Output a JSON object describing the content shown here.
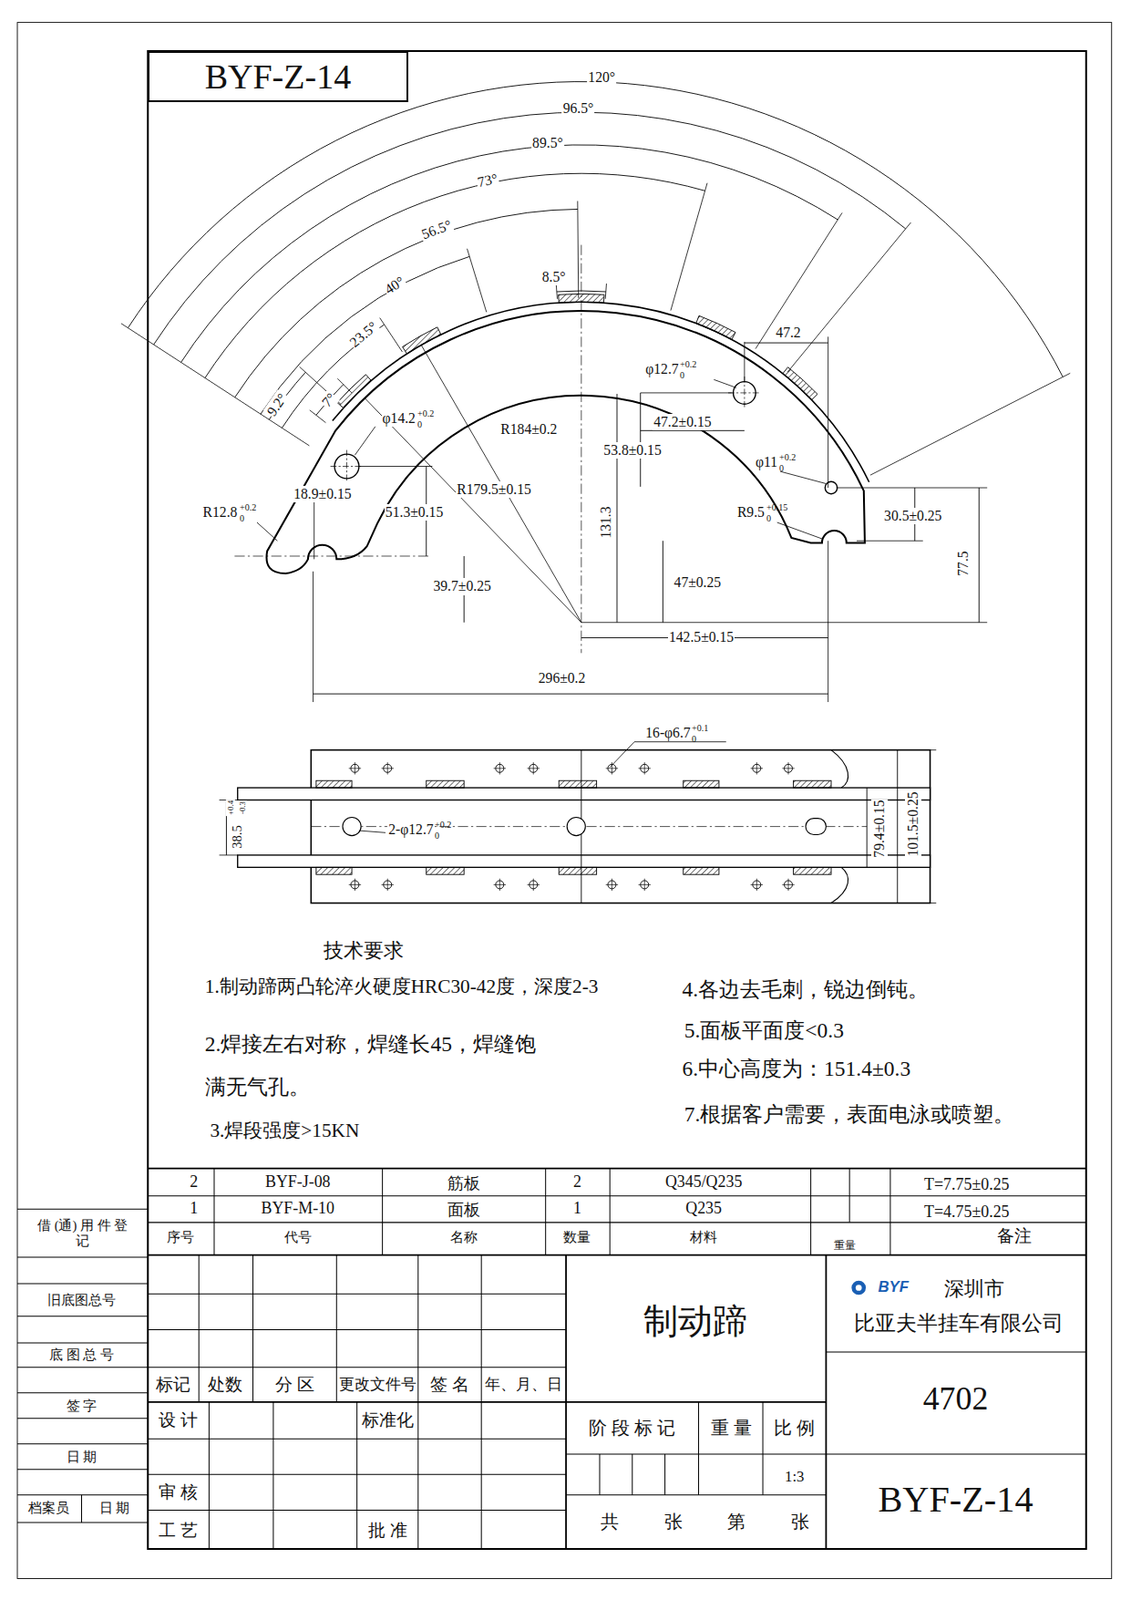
{
  "diagram": {
    "nodes": [
      {
        "text": [
          "BYF-Z-14"
        ]
      }
    ],
    "labels": [
      "120°",
      "96.5°",
      "89.5°",
      "73°",
      "56.5°",
      "40°",
      "23.5°",
      "8.5°",
      "7°",
      "9.2°",
      "47.2",
      "φ12.7",
      "+0.2",
      "0",
      "φ14.2",
      "+0.2",
      "0",
      "R184±0.2",
      "47.2±0.15",
      "53.8±0.15",
      "φ11",
      "+0.2",
      "0",
      "18.9±0.15",
      "R179.5±0.15",
      "131.3",
      "51.3±0.15",
      "R12.8",
      "+0.2",
      "0",
      "R9.5",
      "+0.15",
      "0",
      "30.5±0.25",
      "77.5",
      "39.7±0.25",
      "47±0.25",
      "142.5±0.15",
      "296±0.2",
      "16-φ6.7",
      "+0.1",
      "0",
      "2-φ12.7",
      "+0.2",
      "0",
      "38.5",
      "+0.4",
      "-0.3",
      "79.4±0.15",
      "101.5±0.25",
      "技术要求",
      "1.制动蹄两凸轮淬火硬度HRC30-42度，深度2-3",
      "2.焊接左右对称，焊缝长45，焊缝饱 满无气孔。",
      "3.焊段强度>15KN",
      "4.各边去毛刺，锐边倒钝。",
      "5.面板平面度<0.3",
      "6.中心高度为：151.4±0.3",
      "7.根据客户需要，表面电泳或喷塑。",
      "2",
      "BYF-J-08",
      "筋板",
      "2",
      "Q345/Q235",
      "T=7.75±0.25",
      "1",
      "BYF-M-10",
      "面板",
      "1",
      "Q235",
      "T=4.75±0.25",
      "序号",
      "代号",
      "名称",
      "数量",
      "材料",
      "重量",
      "备注",
      "借 (通) 用 件 登 记",
      "旧底图总号",
      "底 图 总 号",
      "签 字",
      "日 期",
      "档案员",
      "日 期",
      "标记",
      "处数",
      "分 区",
      "更改文件号",
      "签 名",
      "年、月、日",
      "设 计",
      "标准化",
      "审 核",
      "工 艺",
      "批 准",
      "制动蹄",
      "阶 段 标 记",
      "重 量",
      "比 例",
      "1:3",
      "共",
      "张",
      "第",
      "张",
      "BYF",
      "深圳市",
      "比亚夫半挂车有限公司",
      "4702",
      "BYF-Z-14"
    ]
  }
}
